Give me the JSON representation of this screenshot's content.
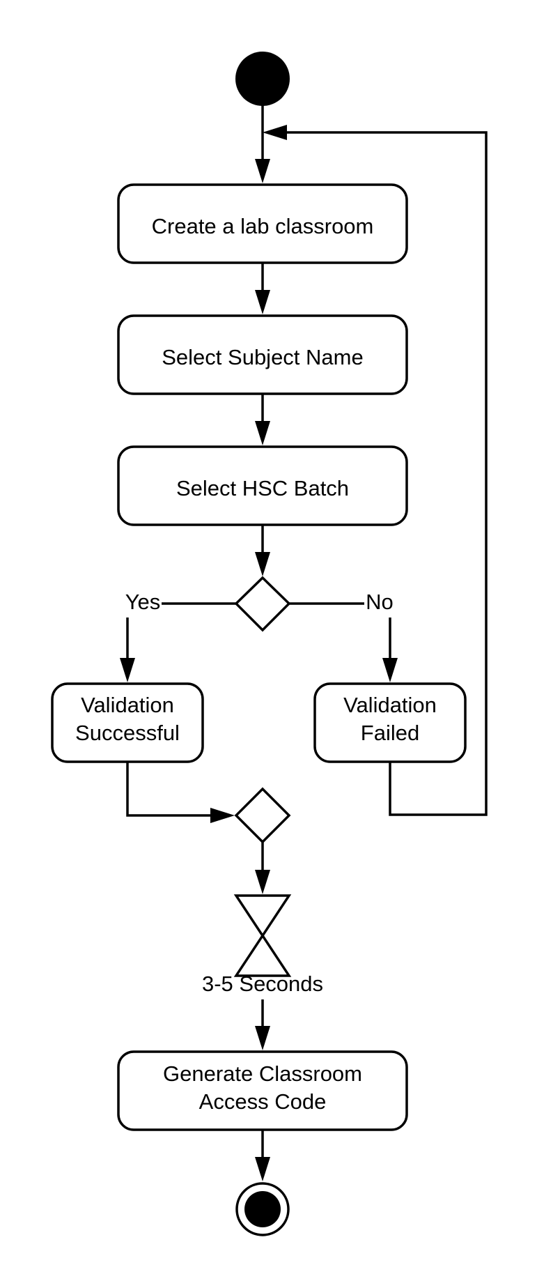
{
  "diagram": {
    "type": "uml-activity",
    "nodes": {
      "start": {
        "kind": "initial"
      },
      "create": {
        "kind": "action",
        "lines": [
          "Create a lab classroom"
        ]
      },
      "subject": {
        "kind": "action",
        "lines": [
          "Select Subject Name"
        ]
      },
      "batch": {
        "kind": "action",
        "lines": [
          "Select HSC Batch"
        ]
      },
      "decision": {
        "kind": "decision"
      },
      "success": {
        "kind": "action",
        "lines": [
          "Validation",
          "Successful"
        ]
      },
      "failed": {
        "kind": "action",
        "lines": [
          "Validation",
          "Failed"
        ]
      },
      "merge": {
        "kind": "merge"
      },
      "wait": {
        "kind": "time-event",
        "label": "3-5 Seconds"
      },
      "generate": {
        "kind": "action",
        "lines": [
          "Generate Classroom",
          "Access Code"
        ]
      },
      "end": {
        "kind": "final"
      }
    },
    "branch_labels": {
      "yes": "Yes",
      "no": "No"
    },
    "edges": [
      {
        "from": "start",
        "to": "create"
      },
      {
        "from": "create",
        "to": "subject"
      },
      {
        "from": "subject",
        "to": "batch"
      },
      {
        "from": "batch",
        "to": "decision"
      },
      {
        "from": "decision",
        "to": "success",
        "label": "Yes"
      },
      {
        "from": "decision",
        "to": "failed",
        "label": "No"
      },
      {
        "from": "failed",
        "to": "create"
      },
      {
        "from": "success",
        "to": "merge"
      },
      {
        "from": "merge",
        "to": "wait"
      },
      {
        "from": "wait",
        "to": "generate"
      },
      {
        "from": "generate",
        "to": "end"
      }
    ]
  }
}
